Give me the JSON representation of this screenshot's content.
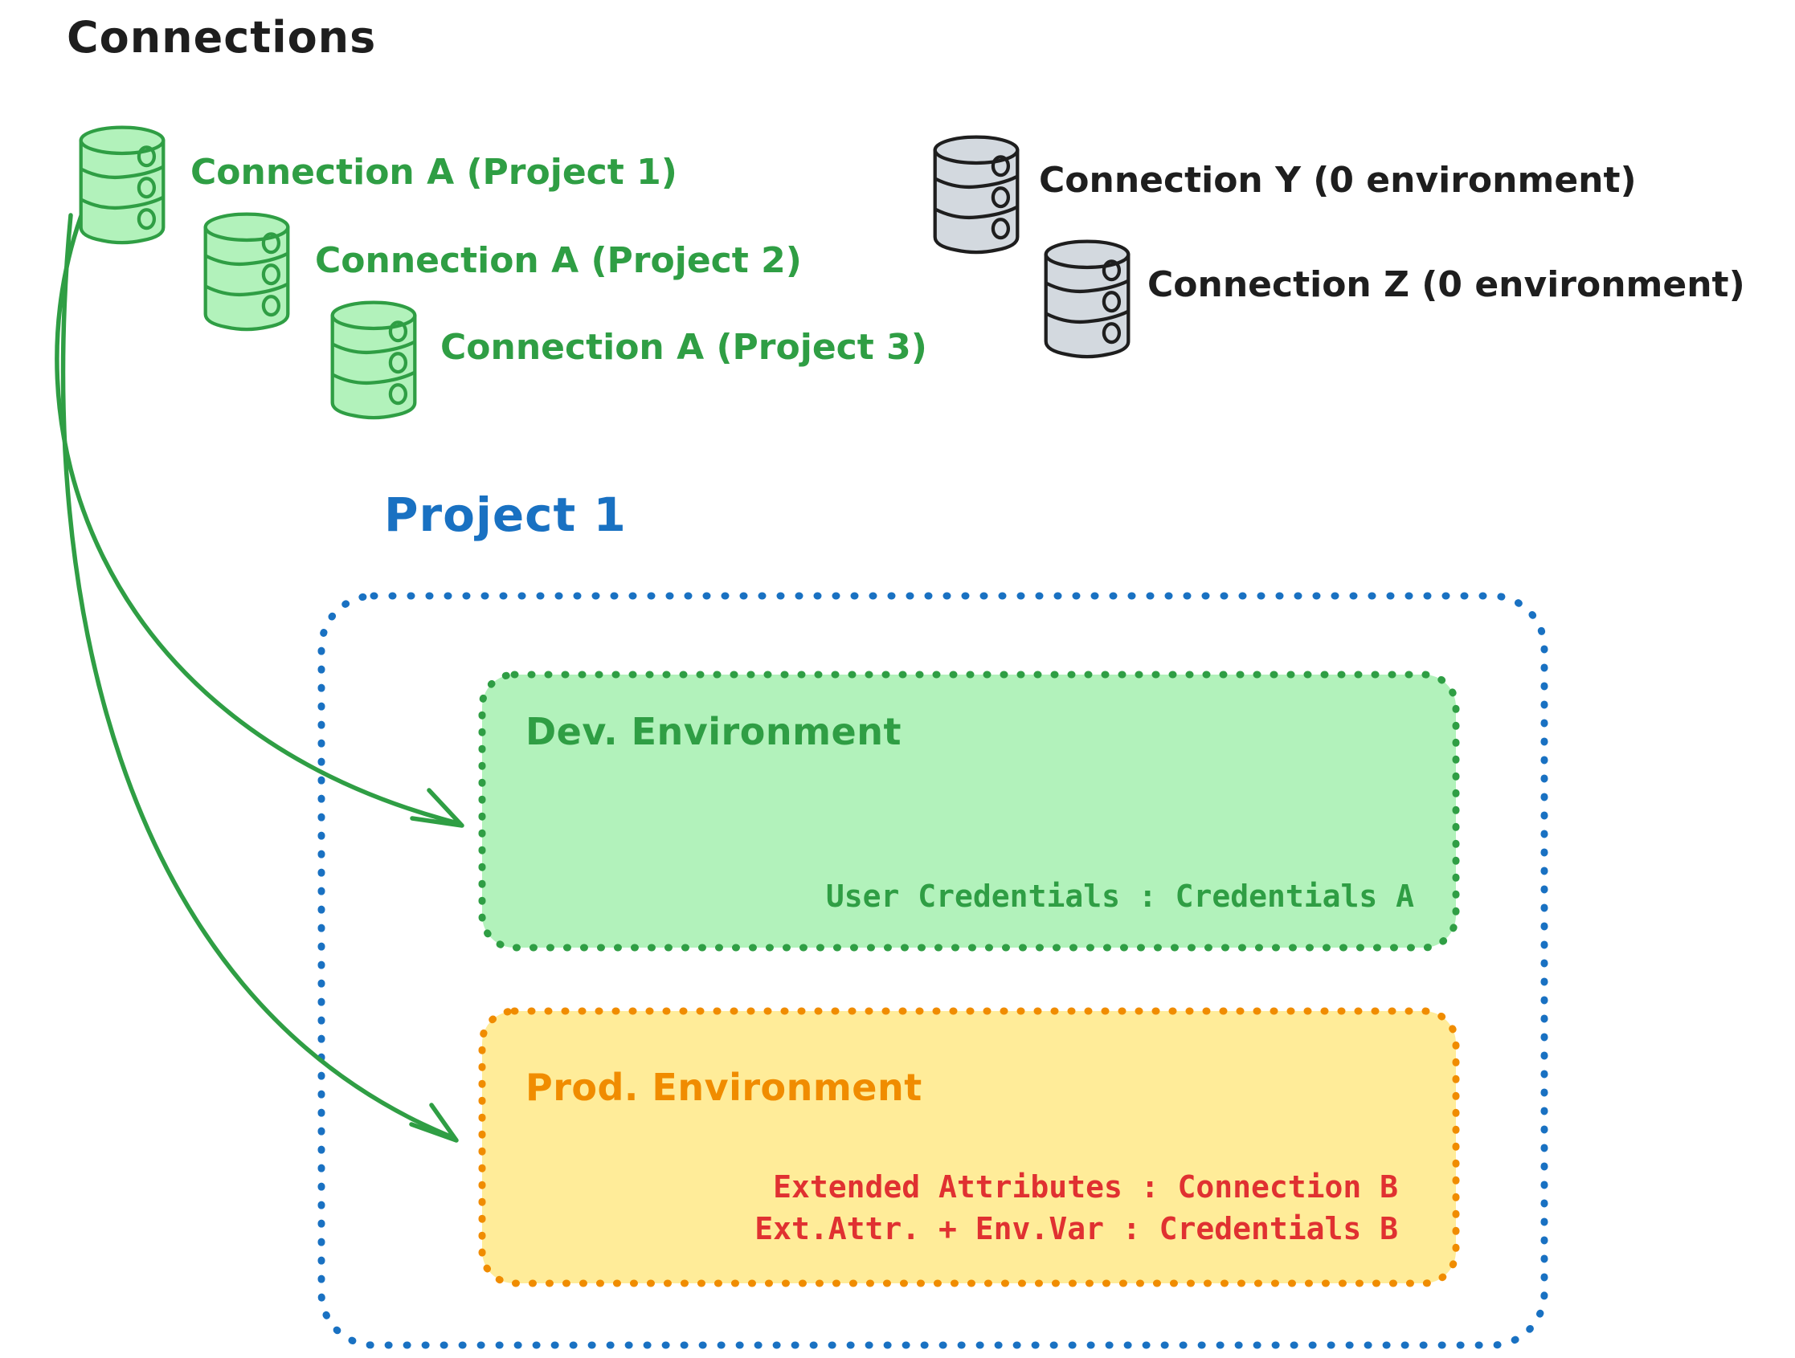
{
  "diagram_title": "Connections",
  "green_connections": [
    {
      "label": "Connection A (Project 1)"
    },
    {
      "label": "Connection A (Project 2)"
    },
    {
      "label": "Connection A (Project 3)"
    }
  ],
  "gray_connections": [
    {
      "label": "Connection Y (0 environment)"
    },
    {
      "label": "Connection Z (0 environment)"
    }
  ],
  "project": {
    "title": "Project 1",
    "dev_environment": {
      "title": "Dev. Environment",
      "mapping": "User Credentials : Credentials A"
    },
    "prod_environment": {
      "title": "Prod. Environment",
      "mappings": [
        "Extended Attributes : Connection B",
        "Ext.Attr. + Env.Var : Credentials B"
      ]
    }
  },
  "icons": {
    "green_database": "database-icon",
    "gray_database": "database-icon",
    "arrow": "arrow-icon"
  },
  "colors": {
    "green_stroke": "#2f9e44",
    "green_fill": "#b2f2bb",
    "blue": "#1971c2",
    "orange_stroke": "#f08c00",
    "orange_fill": "#ffec99",
    "red_text": "#e03131",
    "black": "#1e1e1e",
    "gray_fill": "#d3d9df"
  }
}
